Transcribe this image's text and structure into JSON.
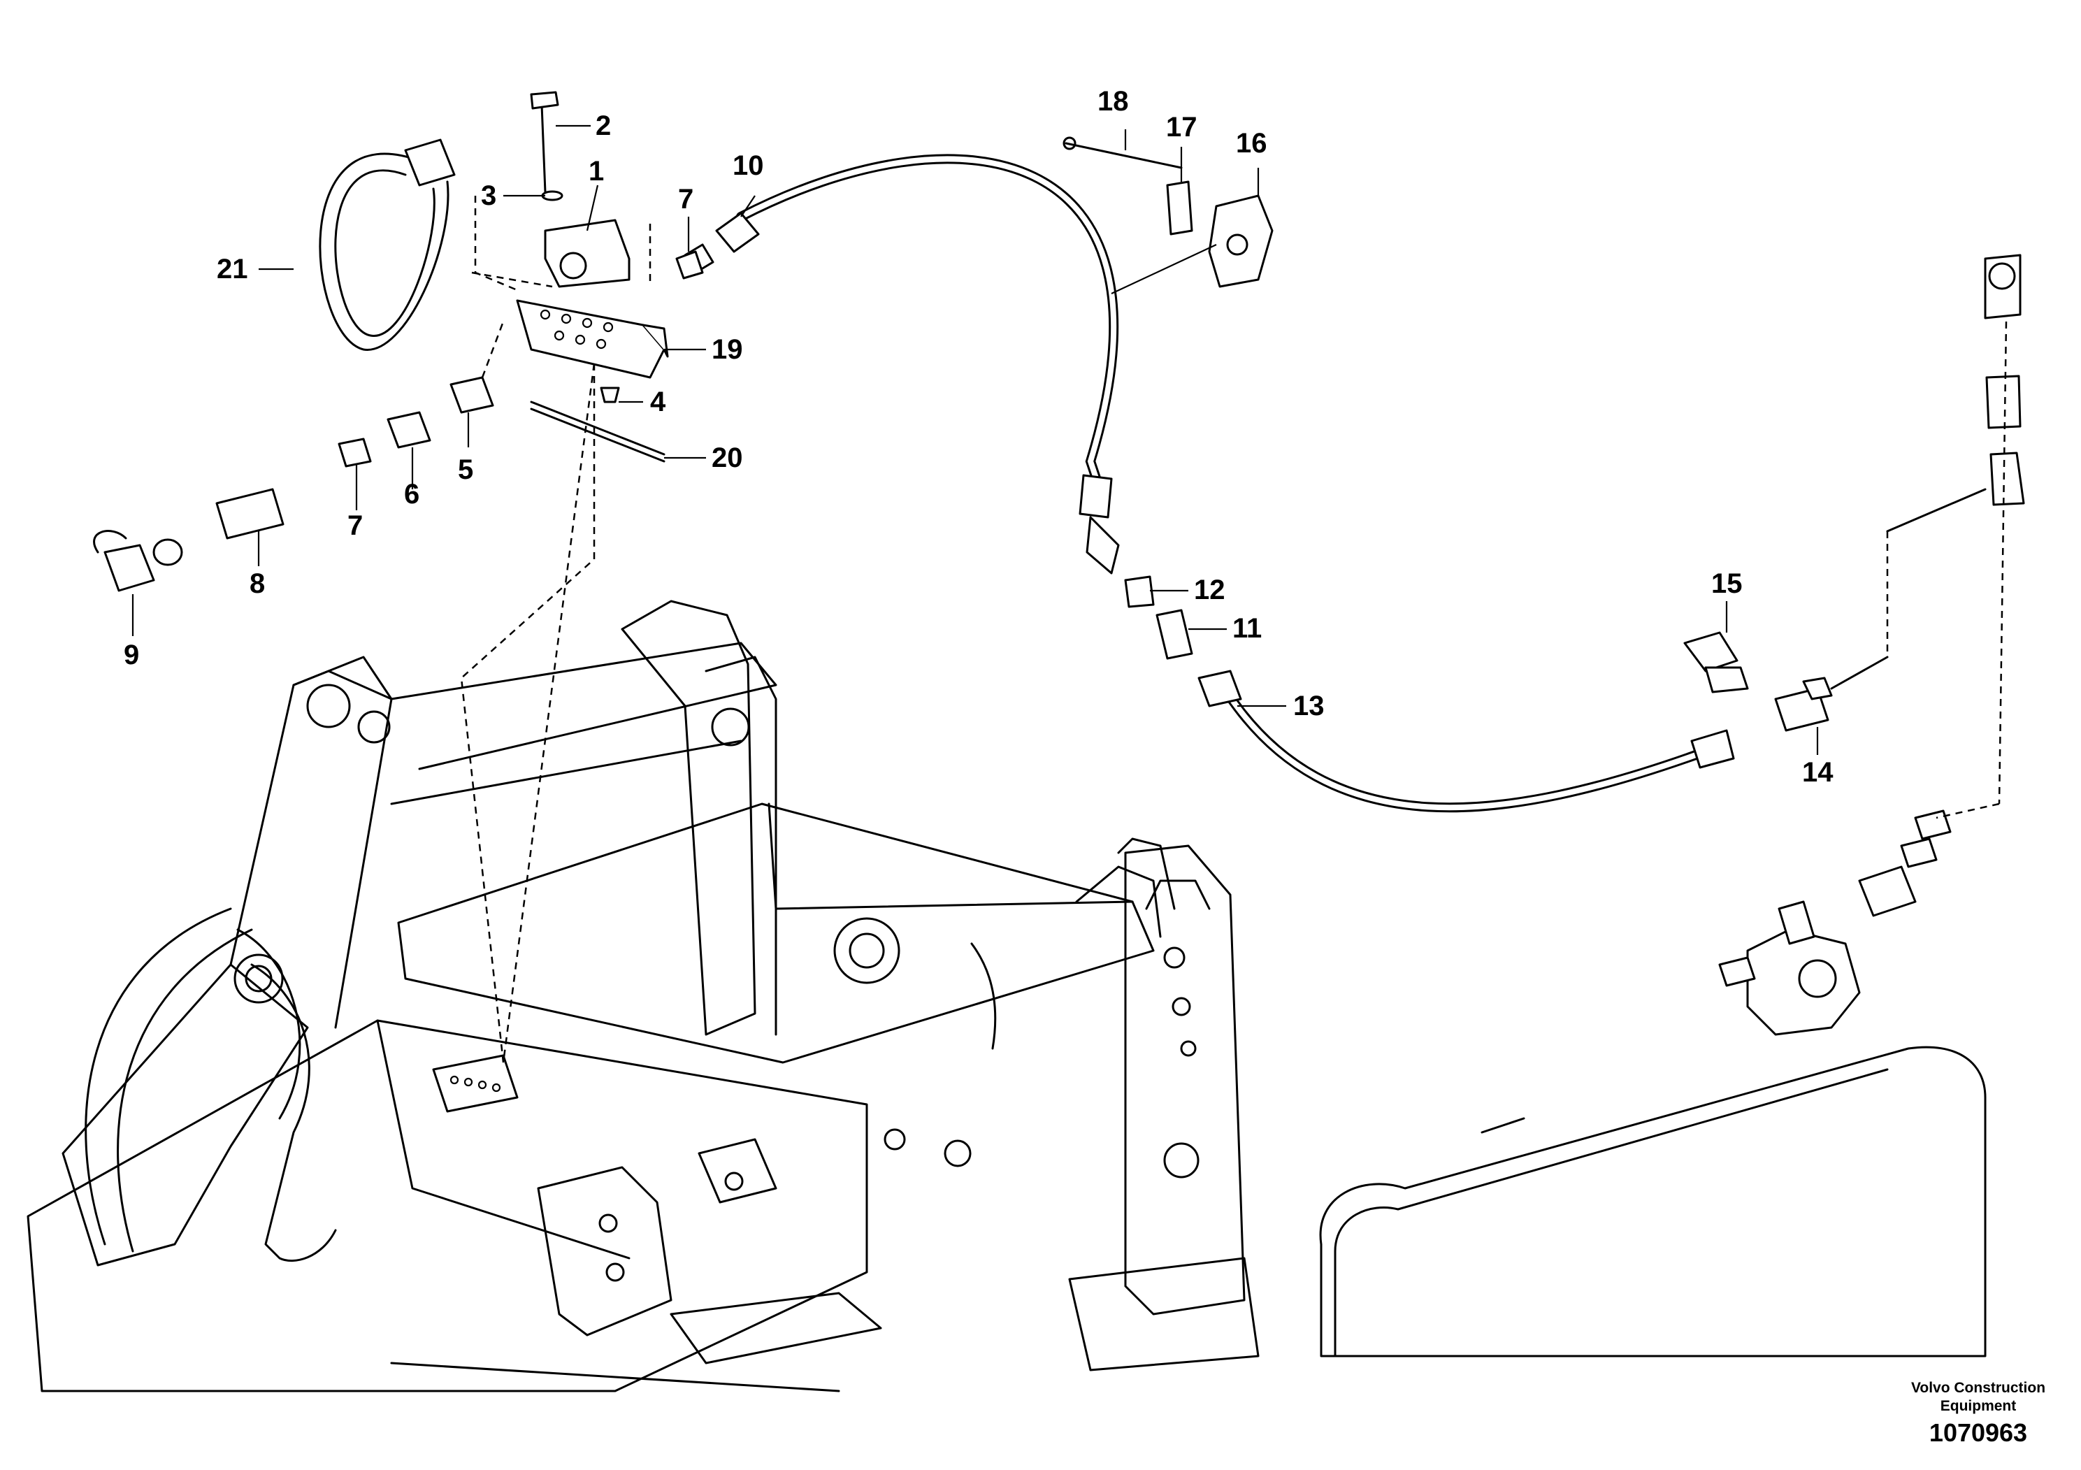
{
  "callouts": [
    {
      "id": "1",
      "text": "1"
    },
    {
      "id": "2",
      "text": "2"
    },
    {
      "id": "3",
      "text": "3"
    },
    {
      "id": "4",
      "text": "4"
    },
    {
      "id": "5",
      "text": "5"
    },
    {
      "id": "6",
      "text": "6"
    },
    {
      "id": "7a",
      "text": "7"
    },
    {
      "id": "7b",
      "text": "7"
    },
    {
      "id": "8",
      "text": "8"
    },
    {
      "id": "9",
      "text": "9"
    },
    {
      "id": "10",
      "text": "10"
    },
    {
      "id": "11",
      "text": "11"
    },
    {
      "id": "12",
      "text": "12"
    },
    {
      "id": "13",
      "text": "13"
    },
    {
      "id": "14",
      "text": "14"
    },
    {
      "id": "15",
      "text": "15"
    },
    {
      "id": "16",
      "text": "16"
    },
    {
      "id": "17",
      "text": "17"
    },
    {
      "id": "18",
      "text": "18"
    },
    {
      "id": "19",
      "text": "19"
    },
    {
      "id": "20",
      "text": "20"
    },
    {
      "id": "21",
      "text": "21"
    }
  ],
  "brand": {
    "line1": "Volvo Construction",
    "line2": "Equipment",
    "drawing_number": "1070963"
  }
}
